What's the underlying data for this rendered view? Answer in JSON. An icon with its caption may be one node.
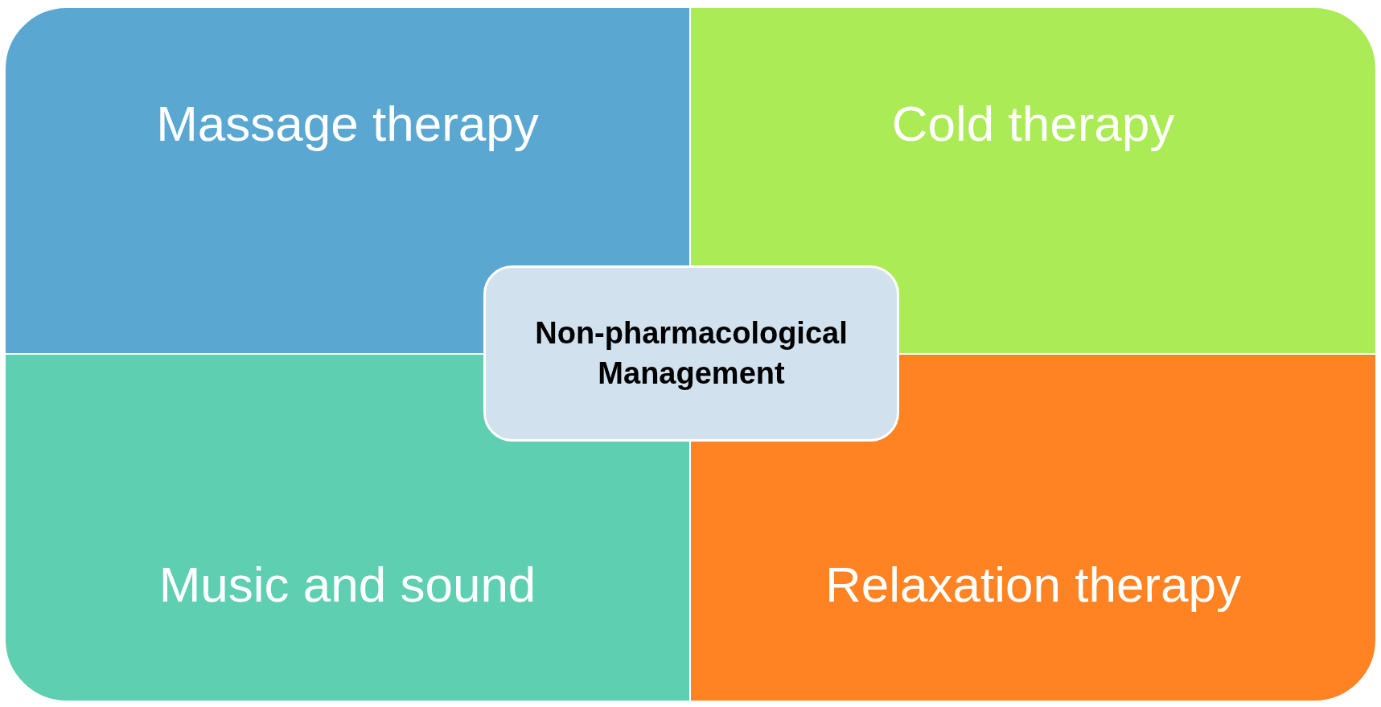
{
  "diagram": {
    "nodes": [
      {
        "text": [
          "Massage therapy"
        ]
      },
      {
        "text": [
          "Cold therapy"
        ]
      },
      {
        "text": [
          "Non-pharmacological Management"
        ]
      },
      {
        "text": [
          "Music and sound"
        ]
      },
      {
        "text": [
          "Relaxation therapy"
        ]
      }
    ]
  }
}
